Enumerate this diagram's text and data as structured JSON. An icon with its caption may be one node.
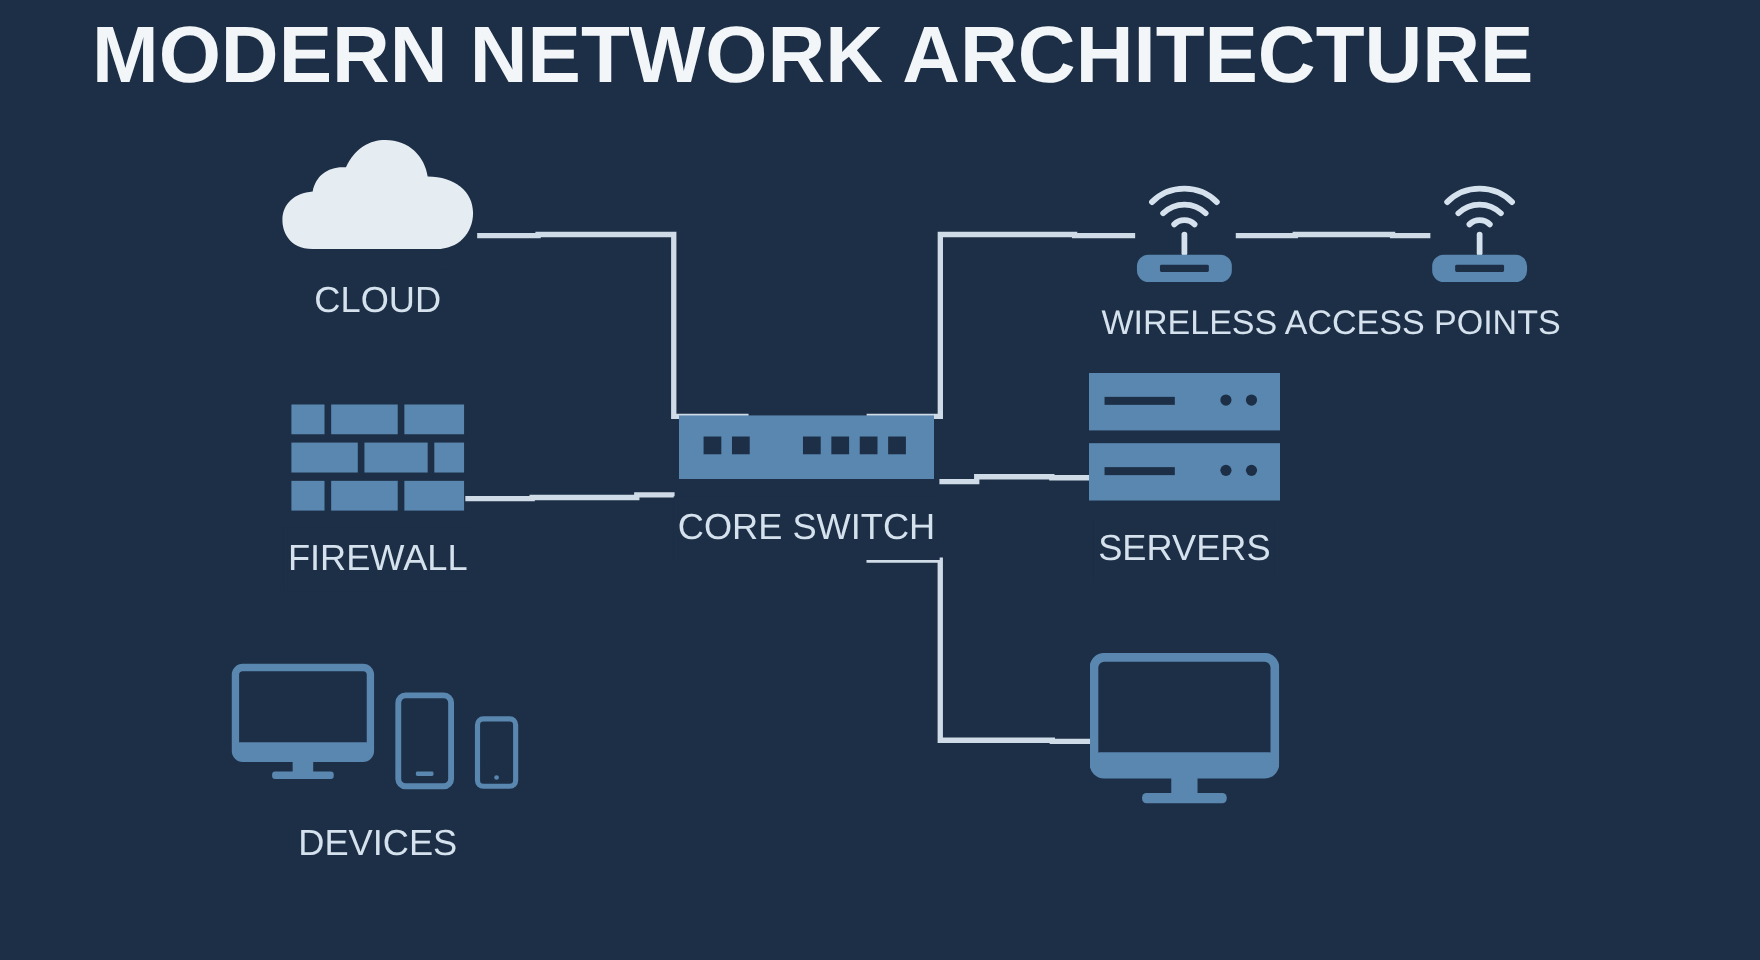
{
  "diagram": {
    "title": "MODERN NETWORK ARCHITECTURE",
    "nodes": [
      {
        "text": [
          "CLOUD"
        ]
      },
      {
        "text": [
          "FIREWALL"
        ]
      },
      {
        "text": [
          "CORE SWITCH"
        ]
      },
      {
        "text": [],
        "shape": "picture"
      },
      {
        "text": [],
        "shape": "picture"
      },
      {
        "text": [
          "SERVERS"
        ]
      },
      {
        "text": [],
        "shape": "picture"
      },
      {
        "text": [
          "DEVICES"
        ]
      }
    ],
    "edges": [
      {
        "from": 0,
        "to": 2,
        "arrow": "none"
      },
      {
        "from": 1,
        "to": 2,
        "arrow": "none"
      },
      {
        "from": 2,
        "to": 5,
        "arrow": "none"
      },
      {
        "from": 2,
        "to": 3,
        "arrow": "none"
      },
      {
        "from": 3,
        "to": 4,
        "arrow": "none"
      },
      {
        "from": 2,
        "to": 6,
        "arrow": "none"
      }
    ],
    "labels": [
      "WIRELESS ACCESS POINTS"
    ]
  }
}
